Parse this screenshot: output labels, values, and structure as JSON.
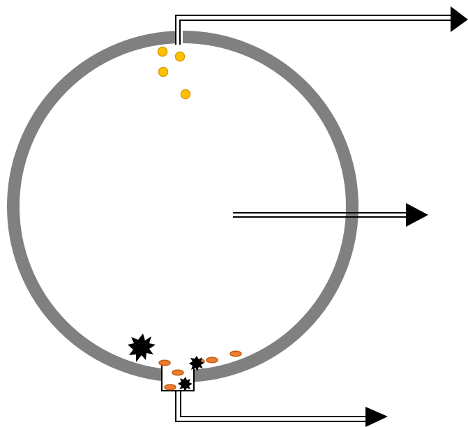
{
  "diagram": {
    "colors": {
      "background": "#ffffff",
      "ring": "#808080",
      "outline": "#000000",
      "yellow_particle_fill": "#ffc000",
      "yellow_particle_stroke": "#d4a000",
      "orange_particle_fill": "#ed7d31",
      "orange_particle_stroke": "#c55a11",
      "burst_fill": "#000000",
      "arrow_fill": "#000000"
    },
    "elements": {
      "ring": "circular-cell-membrane",
      "top_channel": "membrane-opening-top",
      "bottom_channel": "membrane-pocket-bottom",
      "arrows": [
        "arrow-top",
        "arrow-middle",
        "arrow-bottom"
      ],
      "yellow_particle_count": 4,
      "orange_particle_count": 6,
      "burst_count": 3
    }
  }
}
